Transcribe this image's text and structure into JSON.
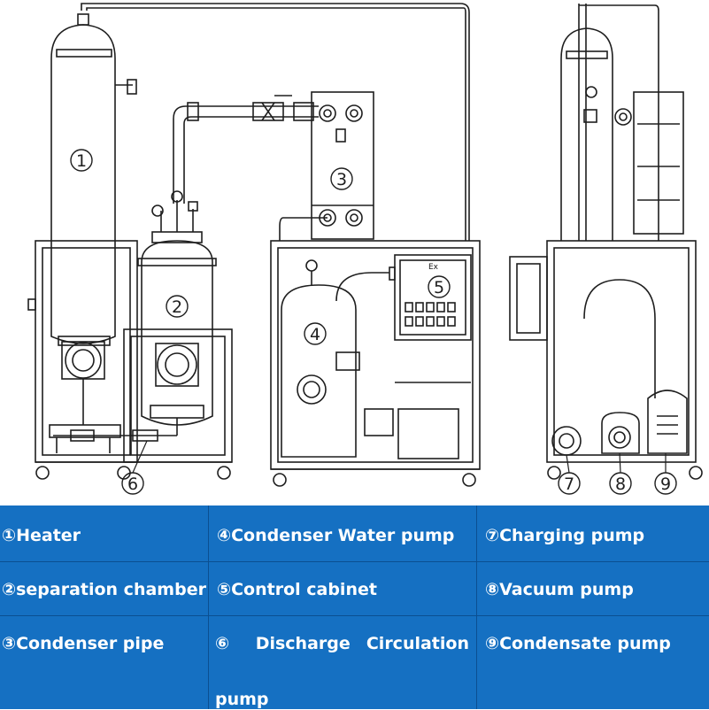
{
  "diagram": {
    "callouts": [
      "1",
      "2",
      "3",
      "4",
      "5",
      "6",
      "7",
      "8",
      "9"
    ],
    "cabinet_mark": "Ex"
  },
  "legend": {
    "col1": [
      "①Heater",
      "②separation chamber",
      "③Condenser pipe"
    ],
    "col2": [
      "④Condenser Water pump",
      "⑤Control cabinet"
    ],
    "col2_row3_parts": [
      "⑥",
      "Discharge",
      "Circulation"
    ],
    "col2_row3_cont": "pump",
    "col3": [
      "⑦Charging pump",
      "⑧Vacuum pump",
      "⑨Condensate pump"
    ]
  },
  "colors": {
    "legend_bg": "#1570c2",
    "line": "#1e1e1e"
  }
}
